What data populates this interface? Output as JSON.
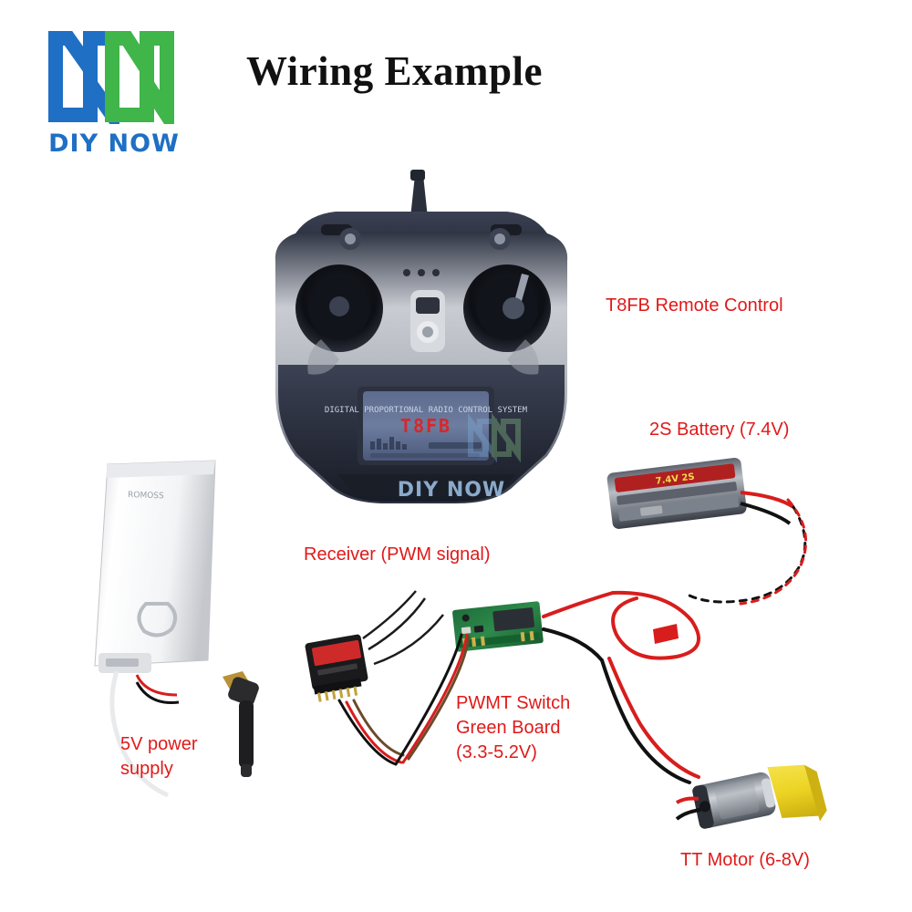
{
  "page": {
    "title": "Wiring Example",
    "watermark": "DIY NOW",
    "background_color": "#ffffff"
  },
  "logo": {
    "text": "DIY NOW",
    "icon": "diynow-logo-icon",
    "colors": {
      "blue": "#1f6fc4",
      "green": "#3fb54a"
    }
  },
  "labels": {
    "color": "#e11919",
    "remote": "T8FB Remote Control",
    "battery": "2S Battery (7.4V)",
    "receiver": "Receiver (PWM signal)",
    "pwmt": "PWMT Switch\nGreen Board\n(3.3-5.2V)",
    "power": "5V power\nsupply",
    "motor": "TT Motor (6-8V)"
  },
  "components": {
    "remote": {
      "name": "T8FB transmitter",
      "screen_text": "T8FB"
    },
    "battery": {
      "name": "2S LiPo battery pack"
    },
    "receiver": {
      "name": "PWM receiver"
    },
    "board": {
      "name": "PWMT switch green board"
    },
    "powerbank": {
      "name": "USB power bank",
      "brand": "ROMOSS"
    },
    "motor": {
      "name": "TT gear motor"
    }
  },
  "wires": {
    "red": "#d81d1d",
    "black": "#111111",
    "yellow": "#e8d21a"
  }
}
